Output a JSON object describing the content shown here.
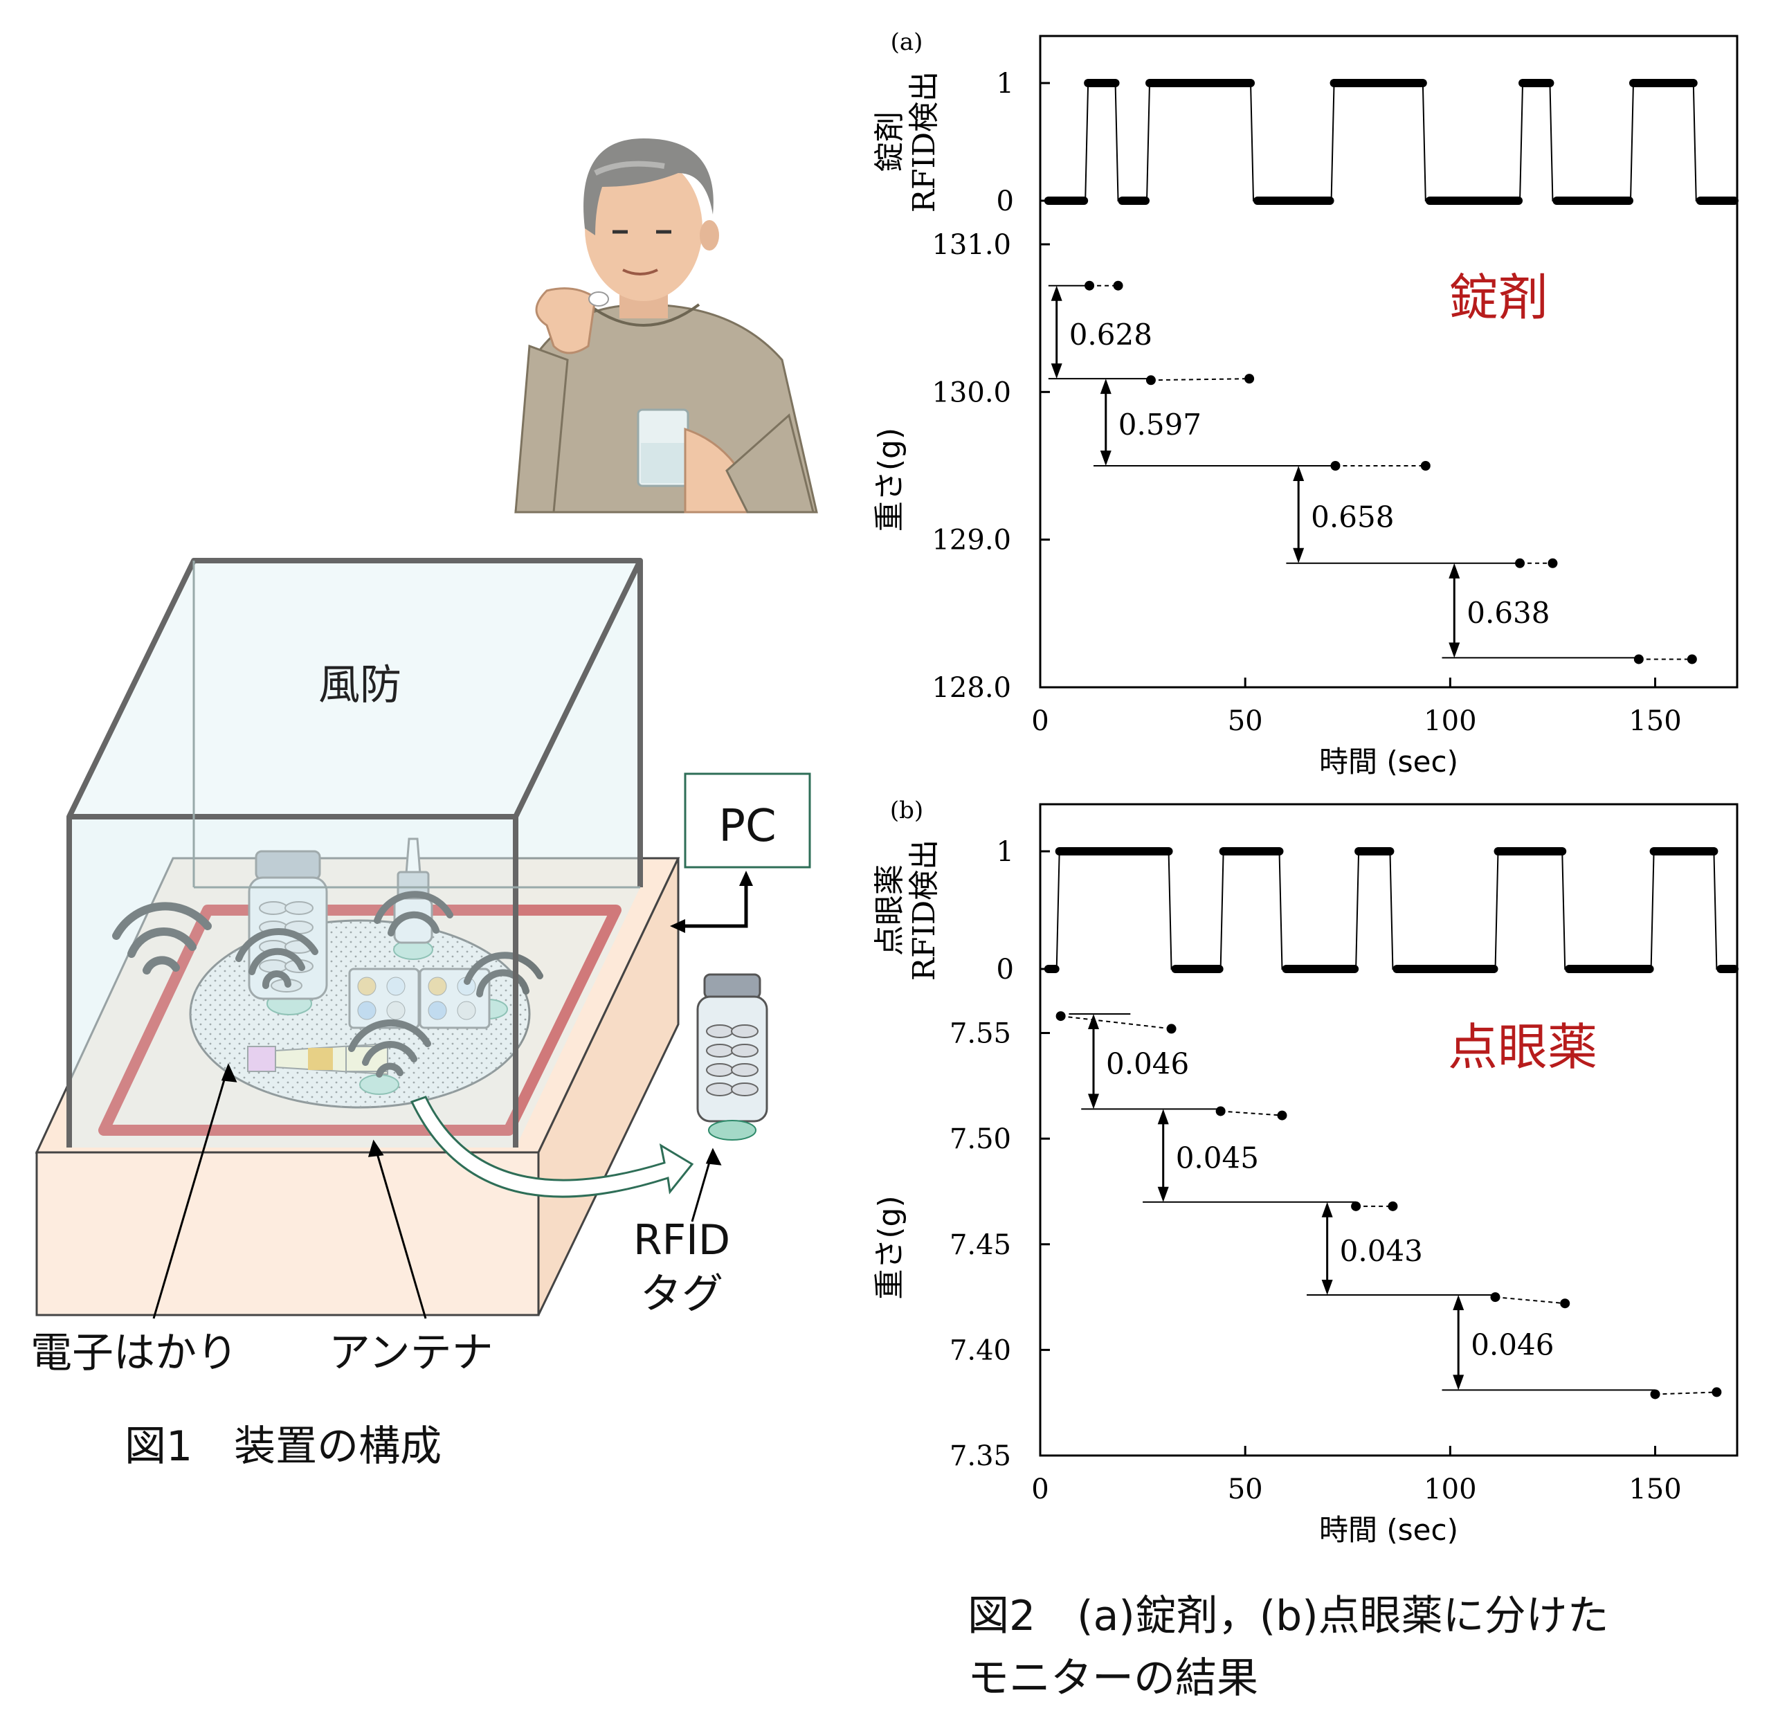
{
  "figure1": {
    "windshield_label": "風防",
    "pc_label": "PC",
    "tag_label_line1": "RFID",
    "tag_label_line2": "タグ",
    "scale_label": "電子はかり",
    "antenna_label": "アンテナ",
    "caption": "図1　装置の構成"
  },
  "figure2": {
    "caption_line1": "図2　(a)錠剤，(b)点眼薬に分けた",
    "caption_line2": "モニターの結果"
  },
  "colors": {
    "red_accent": "#b71c1c",
    "antenna_red": "#c00000",
    "box_fill": "#fde9d9",
    "glass_fill": "#dff1f4",
    "pc_border": "#2e6e57",
    "scale_fill": "#eeeeee"
  },
  "chart_data": [
    {
      "panel": "(a)",
      "type": "line",
      "title": "錠剤",
      "rfid_ylabel_line1": "錠剤",
      "rfid_ylabel_line2": "RFID検出",
      "rfid_yticks": [
        "1",
        "0"
      ],
      "ylabel": "重さ(g)",
      "xlabel": "時間 (sec)",
      "xlim": [
        0,
        170
      ],
      "xticks": [
        0,
        50,
        100,
        150
      ],
      "xtick_labels": [
        "0",
        "50",
        "100",
        "150"
      ],
      "ylim": [
        128.0,
        131.0
      ],
      "yticks": [
        128.0,
        129.0,
        130.0,
        131.0
      ],
      "ytick_labels": [
        "128.0",
        "129.0",
        "130.0",
        "131.0"
      ],
      "rfid_on_intervals": [
        [
          11,
          19
        ],
        [
          26,
          52
        ],
        [
          71,
          94
        ],
        [
          117,
          125
        ],
        [
          144,
          160
        ]
      ],
      "weight_points": [
        {
          "x1": 12,
          "y1": 130.72,
          "x2": 19,
          "y2": 130.72
        },
        {
          "x1": 27,
          "y1": 130.08,
          "x2": 51,
          "y2": 130.09
        },
        {
          "x1": 72,
          "y1": 129.5,
          "x2": 94,
          "y2": 129.5
        },
        {
          "x1": 117,
          "y1": 128.84,
          "x2": 125,
          "y2": 128.84
        },
        {
          "x1": 146,
          "y1": 128.19,
          "x2": 159,
          "y2": 128.19
        }
      ],
      "step_lines": [
        {
          "x_start": 2,
          "x_end": 12,
          "y": 130.72
        },
        {
          "x_start": 2,
          "x_end": 26,
          "y": 130.09
        },
        {
          "x_start": 13,
          "x_end": 72,
          "y": 129.5
        },
        {
          "x_start": 60,
          "x_end": 117,
          "y": 128.84
        },
        {
          "x_start": 98,
          "x_end": 146,
          "y": 128.2
        }
      ],
      "differences": [
        {
          "label": "0.628",
          "x": 4,
          "y_top": 130.72,
          "y_bottom": 130.09
        },
        {
          "label": "0.597",
          "x": 16,
          "y_top": 130.09,
          "y_bottom": 129.5
        },
        {
          "label": "0.658",
          "x": 63,
          "y_top": 129.5,
          "y_bottom": 128.84
        },
        {
          "label": "0.638",
          "x": 101,
          "y_top": 128.84,
          "y_bottom": 128.2
        }
      ]
    },
    {
      "panel": "(b)",
      "type": "line",
      "title": "点眼薬",
      "rfid_ylabel_line1": "点眼薬",
      "rfid_ylabel_line2": "RFID検出",
      "rfid_yticks": [
        "1",
        "0"
      ],
      "ylabel": "重さ(g)",
      "xlabel": "時間 (sec)",
      "xlim": [
        0,
        170
      ],
      "xticks": [
        0,
        50,
        100,
        150
      ],
      "xtick_labels": [
        "0",
        "50",
        "100",
        "150"
      ],
      "ylim": [
        7.35,
        7.56
      ],
      "yticks": [
        7.35,
        7.4,
        7.45,
        7.5,
        7.55
      ],
      "ytick_labels": [
        "7.35",
        "7.40",
        "7.45",
        "7.50",
        "7.55"
      ],
      "rfid_on_intervals": [
        [
          4,
          32
        ],
        [
          44,
          59
        ],
        [
          77,
          86
        ],
        [
          111,
          128
        ],
        [
          149,
          165
        ]
      ],
      "weight_points": [
        {
          "x1": 5,
          "y1": 7.558,
          "x2": 32,
          "y2": 7.552
        },
        {
          "x1": 44,
          "y1": 7.513,
          "x2": 59,
          "y2": 7.511
        },
        {
          "x1": 77,
          "y1": 7.468,
          "x2": 86,
          "y2": 7.468
        },
        {
          "x1": 111,
          "y1": 7.425,
          "x2": 128,
          "y2": 7.422
        },
        {
          "x1": 150,
          "y1": 7.379,
          "x2": 165,
          "y2": 7.38
        }
      ],
      "step_lines": [
        {
          "x_start": 7,
          "x_end": 22,
          "y": 7.559
        },
        {
          "x_start": 10,
          "x_end": 45,
          "y": 7.514
        },
        {
          "x_start": 25,
          "x_end": 77,
          "y": 7.47
        },
        {
          "x_start": 65,
          "x_end": 111,
          "y": 7.426
        },
        {
          "x_start": 98,
          "x_end": 150,
          "y": 7.381
        }
      ],
      "differences": [
        {
          "label": "0.046",
          "x": 13,
          "y_top": 7.559,
          "y_bottom": 7.514
        },
        {
          "label": "0.045",
          "x": 30,
          "y_top": 7.514,
          "y_bottom": 7.47
        },
        {
          "label": "0.043",
          "x": 70,
          "y_top": 7.47,
          "y_bottom": 7.426
        },
        {
          "label": "0.046",
          "x": 102,
          "y_top": 7.426,
          "y_bottom": 7.381
        }
      ]
    }
  ]
}
